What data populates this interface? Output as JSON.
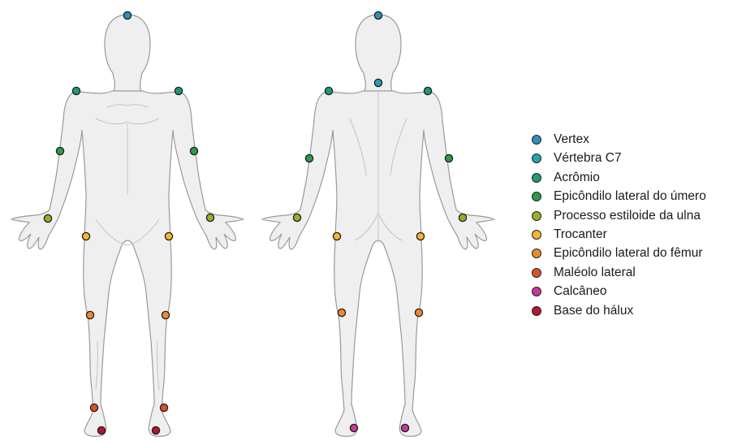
{
  "colors": {
    "vertex": "#2f8fb8",
    "c7": "#25a3ae",
    "acromio": "#1f9a77",
    "epicondilo_umero": "#2e9a47",
    "estiloide_ulna": "#9aae2c",
    "trocanter": "#f2b632",
    "epicondilo_femur": "#ec8a33",
    "maleolo": "#d9532c",
    "calcaneo": "#c23a9a",
    "halux": "#b3162e",
    "body_fill": "#efefef",
    "body_stroke": "#9a9a9a"
  },
  "legend": [
    {
      "key": "vertex",
      "label": "Vertex",
      "color": "#2f8fb8"
    },
    {
      "key": "c7",
      "label": "Vértebra C7",
      "color": "#25a3ae"
    },
    {
      "key": "acromio",
      "label": "Acrômio",
      "color": "#1f9a77"
    },
    {
      "key": "epicondilo_umero",
      "label": "Epicôndilo lateral do úmero",
      "color": "#2e9a47"
    },
    {
      "key": "estiloide_ulna",
      "label": "Processo estiloide da ulna",
      "color": "#9aae2c"
    },
    {
      "key": "trocanter",
      "label": "Trocanter",
      "color": "#f2b632"
    },
    {
      "key": "epicondilo_femur",
      "label": "Epicôndilo lateral do fêmur",
      "color": "#ec8a33"
    },
    {
      "key": "maleolo",
      "label": "Maléolo lateral",
      "color": "#d9532c"
    },
    {
      "key": "calcaneo",
      "label": "Calcâneo",
      "color": "#c23a9a"
    },
    {
      "key": "halux",
      "label": "Base do hálux",
      "color": "#b3162e"
    }
  ],
  "figures": {
    "front": {
      "view": "front",
      "markers": [
        "vertex",
        "acromio",
        "epicondilo_umero",
        "estiloide_ulna",
        "trocanter",
        "epicondilo_femur",
        "maleolo",
        "halux"
      ]
    },
    "back": {
      "view": "back",
      "markers": [
        "vertex",
        "c7",
        "acromio",
        "epicondilo_umero",
        "estiloide_ulna",
        "trocanter",
        "epicondilo_femur",
        "calcaneo"
      ]
    }
  }
}
